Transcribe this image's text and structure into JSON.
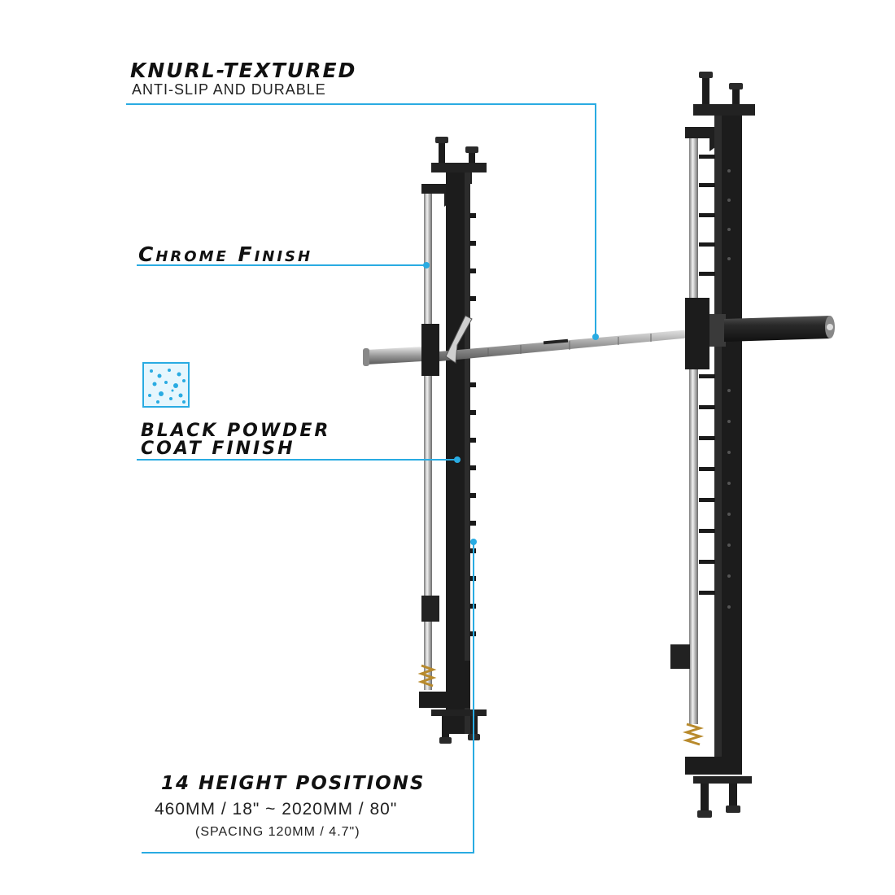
{
  "callouts": {
    "knurl": {
      "title": "KNURL-TEXTURED",
      "subtitle": "ANTI-SLIP AND DURABLE"
    },
    "chrome": {
      "title": "Chrome Finish"
    },
    "powder": {
      "title_line1": "BLACK POWDER",
      "title_line2": "COAT FINISH",
      "swatch_icon": "powder-texture-swatch-icon"
    },
    "height": {
      "title": "14 HEIGHT POSITIONS",
      "range": "460MM / 18\" ~ 2020MM / 80\"",
      "spacing": "(SPACING 120MM / 4.7\")"
    }
  },
  "colors": {
    "accent": "#29abe2",
    "frame": "#1c1c1c",
    "chrome": "#c8c8c8",
    "text": "#111111"
  }
}
